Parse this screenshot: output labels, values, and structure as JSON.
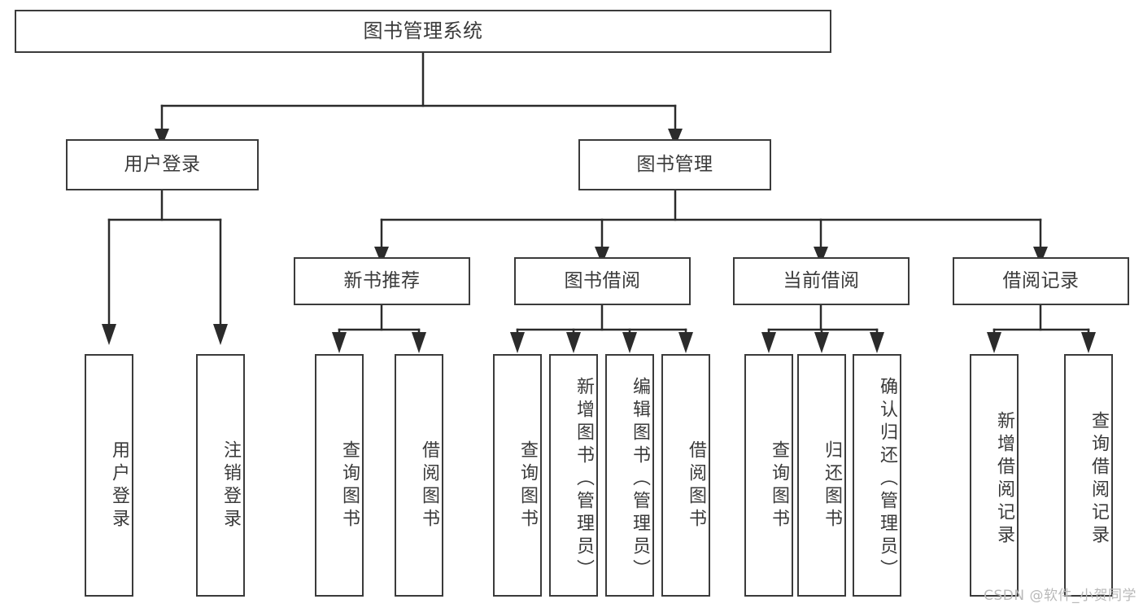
{
  "diagram": {
    "title": "图书管理系统",
    "type": "tree",
    "watermark": "CSDN @软件_小贺同学",
    "colors": {
      "box_border": "#3b3b3b",
      "box_fill": "#ffffff",
      "text": "#3a3a3a",
      "edge": "#2b2b2b",
      "watermark": "#b9b9b9",
      "background": "#ffffff"
    },
    "nodes": {
      "root": {
        "label": "图书管理系统"
      },
      "level1": [
        {
          "id": "user-login",
          "label": "用户登录"
        },
        {
          "id": "book-manage",
          "label": "图书管理"
        }
      ],
      "level2": [
        {
          "id": "new-book-recommend",
          "label": "新书推荐"
        },
        {
          "id": "book-borrow",
          "label": "图书借阅"
        },
        {
          "id": "current-borrow",
          "label": "当前借阅"
        },
        {
          "id": "borrow-record",
          "label": "借阅记录"
        }
      ],
      "leaves": {
        "user-login": [
          {
            "id": "leaf-user-login",
            "label": "用户登录"
          },
          {
            "id": "leaf-logout",
            "label": "注销登录"
          }
        ],
        "new-book-recommend": [
          {
            "id": "leaf-query-book-1",
            "label": "查询图书"
          },
          {
            "id": "leaf-borrow-book-1",
            "label": "借阅图书"
          }
        ],
        "book-borrow": [
          {
            "id": "leaf-query-book-2",
            "label": "查询图书"
          },
          {
            "id": "leaf-add-book",
            "label": "新增图书（管理员）"
          },
          {
            "id": "leaf-edit-book",
            "label": "编辑图书（管理员）"
          },
          {
            "id": "leaf-borrow-book-2",
            "label": "借阅图书"
          }
        ],
        "current-borrow": [
          {
            "id": "leaf-query-book-3",
            "label": "查询图书"
          },
          {
            "id": "leaf-return-book",
            "label": "归还图书"
          },
          {
            "id": "leaf-confirm-return",
            "label": "确认归还（管理员）"
          }
        ],
        "borrow-record": [
          {
            "id": "leaf-add-record",
            "label": "新增借阅记录"
          },
          {
            "id": "leaf-query-record",
            "label": "查询借阅记录"
          }
        ]
      }
    }
  }
}
